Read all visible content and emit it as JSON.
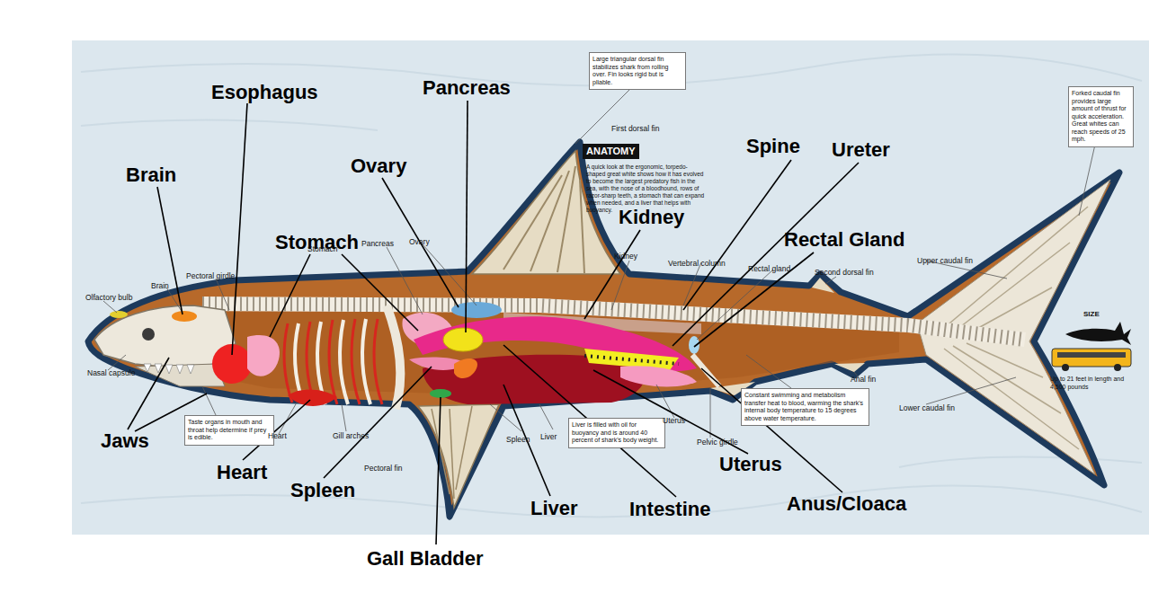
{
  "diagram": {
    "labels": [
      "Esophagus",
      "Pancreas",
      "Brain",
      "Ovary",
      "Stomach",
      "Kidney",
      "Spine",
      "Ureter",
      "Rectal Gland",
      "Jaws",
      "Heart",
      "Spleen",
      "Gall Bladder",
      "Liver",
      "Intestine",
      "Uterus",
      "Anus/Cloaca",
      "Large triangular dorsal fin stabilizes shark from rolling over. Fin looks rigid but is pliable.",
      "First dorsal fin",
      "ANATOMY",
      "A quick look at the ergonomic, torpedo-shaped great white shows how it has evolved to become the largest predatory fish in the sea, with the nose of a bloodhound, rows of razor-sharp teeth, a stomach that can expand when needed, and a liver that helps with buoyancy.",
      "Forked caudal fin provides large amount of thrust for quick acceleration. Great whites can reach speeds of 25 mph.",
      "Pancreas",
      "Ovary",
      "Stomach",
      "Kidney",
      "Vertebral column",
      "Rectal gland",
      "Second dorsal fin",
      "Upper caudal fin",
      "Olfactory bulb",
      "Brain",
      "Pectoral girdle",
      "Nasal capsule",
      "Taste organs in mouth and throat help determine if prey is edible.",
      "Heart",
      "Gill arches",
      "Pectoral fin",
      "Spleen",
      "Liver",
      "Liver is filled with oil for buoyancy and is around 40 percent of shark's body weight.",
      "Uterus",
      "Pelvic girdle",
      "Constant swimming and metabolism transfer heat to blood, warming the shark's internal body temperature to 15 degrees above water temperature.",
      "Anal fin",
      "Lower caudal fin",
      "SIZE",
      "Up to 21 feet in length and 4,500 pounds"
    ]
  }
}
